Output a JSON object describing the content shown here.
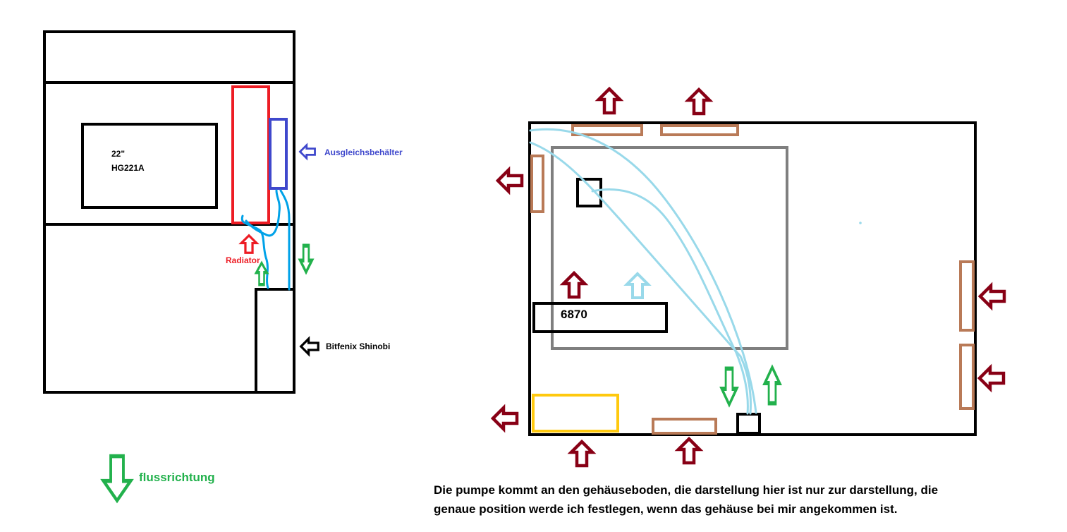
{
  "left_diagram": {
    "monitor": {
      "size": "22\"",
      "model": "HG221A"
    },
    "reservoir_label": "Ausgleichsbehälter",
    "radiator_label": "Radiator",
    "case_label": "Bitfenix Shinobi",
    "legend_label": "flussrichtung"
  },
  "right_diagram": {
    "gpu_label": "6870"
  },
  "note": {
    "line1": "Die pumpe kommt an den gehäuseboden, die darstellung hier ist nur zur darstellung, die",
    "line2": "genaue position werde ich festlegen, wenn das gehäuse bei mir angekommen ist."
  },
  "colors": {
    "outline": "#000000",
    "radiator": "#ed1c24",
    "reservoir": "#3f48cc",
    "tubing": "#00a2e8",
    "flow": "#22b14c",
    "exhaust": "#880015",
    "fan": "#b97a57",
    "motherboard": "#7f7f7f",
    "cpu_tube": "#99d9ea",
    "psu": "#ffc90e"
  }
}
